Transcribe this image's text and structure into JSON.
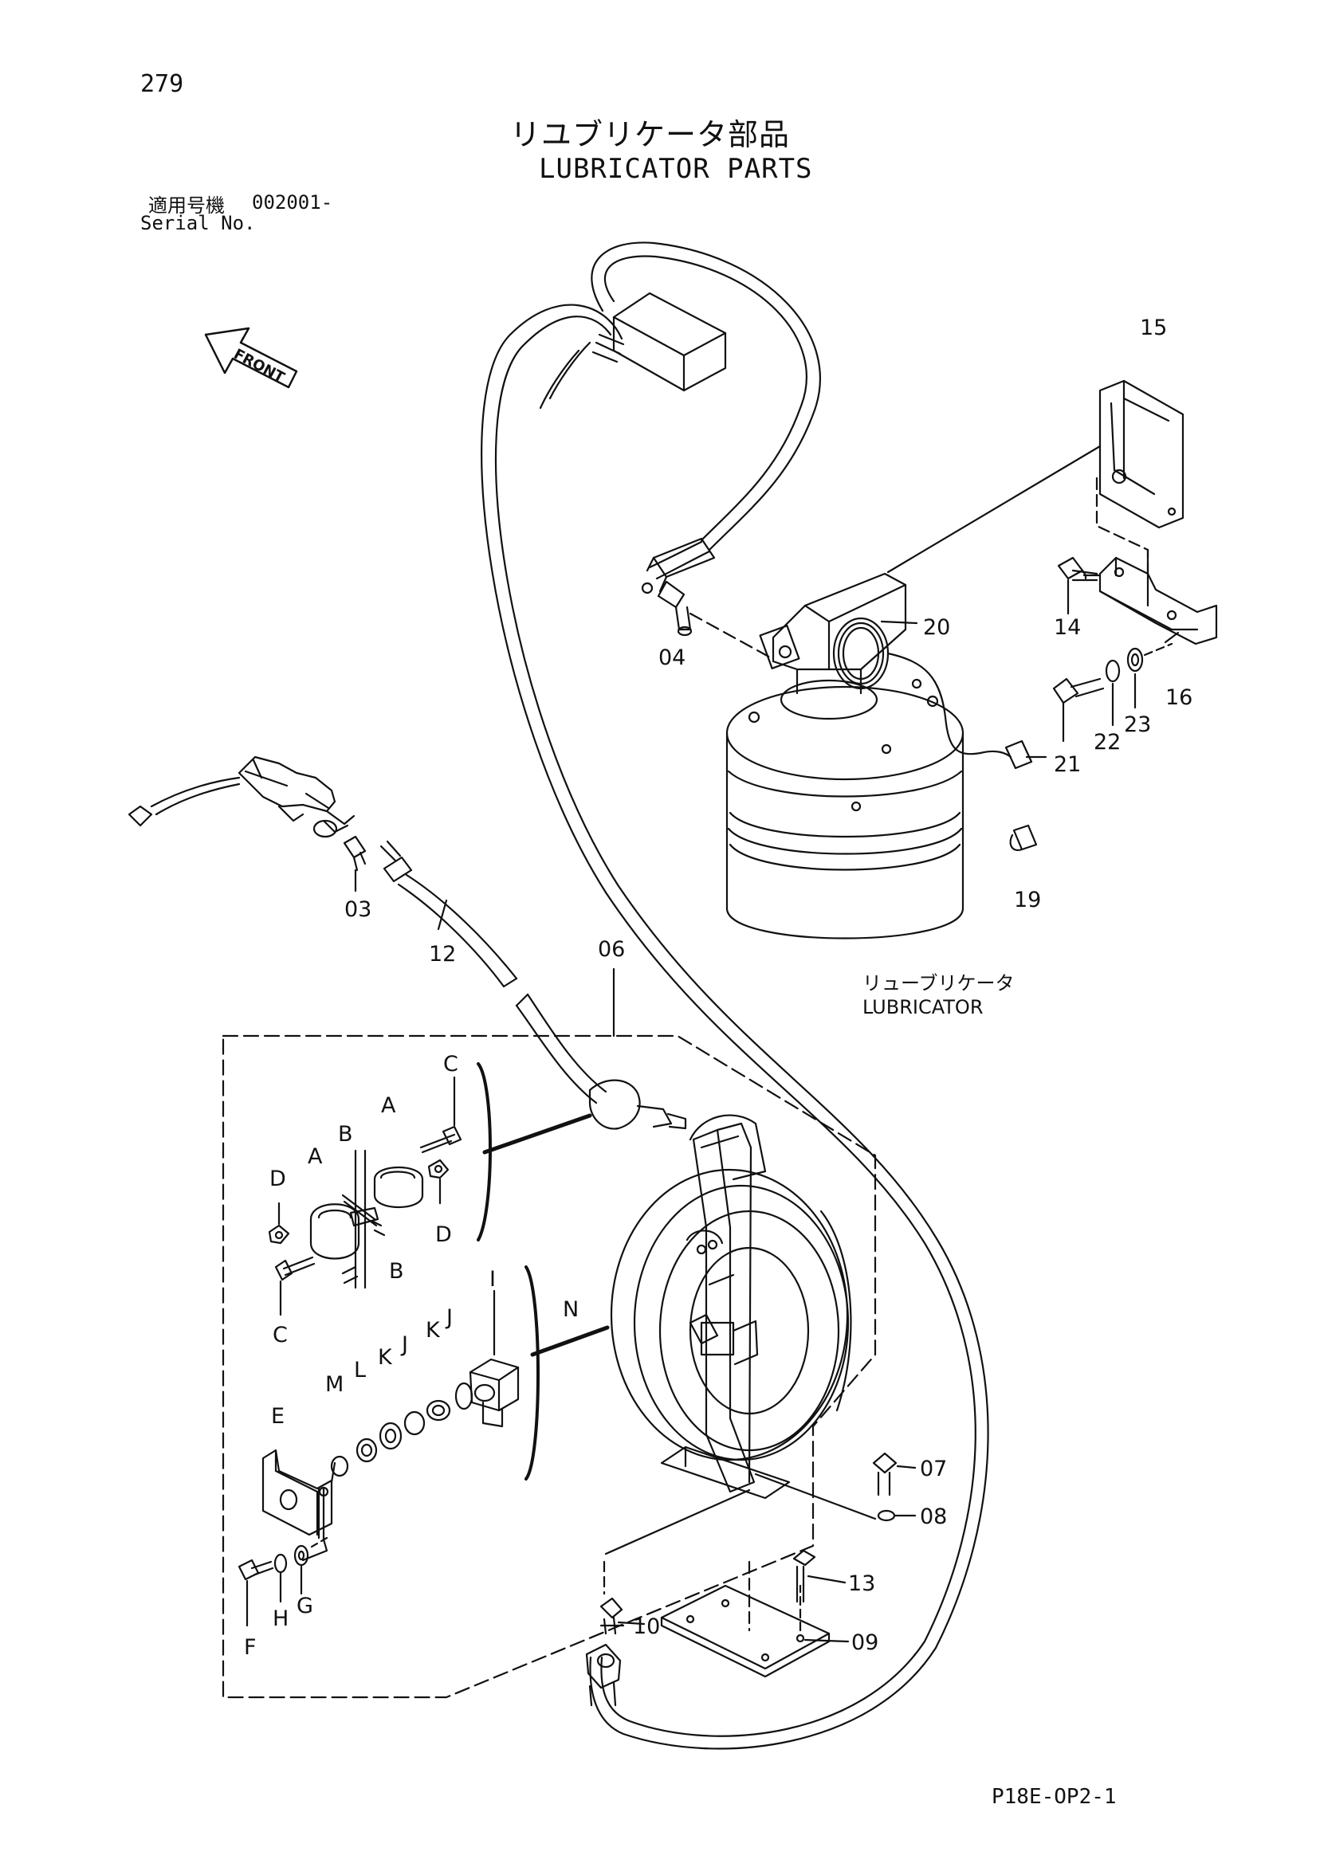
{
  "header": {
    "page_number": "279",
    "title_jp": "リユブリケータ部品",
    "title_en": "LUBRICATOR PARTS",
    "serial_label_jp": "適用号機",
    "serial_range": "002001-",
    "serial_label_en": "Serial No."
  },
  "front_arrow": {
    "label": "FRONT"
  },
  "lubricator_label": {
    "jp": "リューブリケータ",
    "en": "LUBRICATOR"
  },
  "figure_code": "P18E-OP2-1",
  "callouts": [
    {
      "id": "c15",
      "text": "15"
    },
    {
      "id": "c14",
      "text": "14"
    },
    {
      "id": "c16",
      "text": "16"
    },
    {
      "id": "c20",
      "text": "20"
    },
    {
      "id": "c04",
      "text": "04"
    },
    {
      "id": "c21",
      "text": "21"
    },
    {
      "id": "c22",
      "text": "22"
    },
    {
      "id": "c23",
      "text": "23"
    },
    {
      "id": "c19",
      "text": "19"
    },
    {
      "id": "c03",
      "text": "03"
    },
    {
      "id": "c12",
      "text": "12"
    },
    {
      "id": "c06",
      "text": "06"
    },
    {
      "id": "cC1",
      "text": "C"
    },
    {
      "id": "cA1",
      "text": "A"
    },
    {
      "id": "cB1",
      "text": "B"
    },
    {
      "id": "cA2",
      "text": "A"
    },
    {
      "id": "cD1",
      "text": "D"
    },
    {
      "id": "cD2",
      "text": "D"
    },
    {
      "id": "cB2",
      "text": "B"
    },
    {
      "id": "cC2",
      "text": "C"
    },
    {
      "id": "cN",
      "text": "N"
    },
    {
      "id": "cI",
      "text": "I"
    },
    {
      "id": "cK1",
      "text": "K"
    },
    {
      "id": "cJ1",
      "text": "J"
    },
    {
      "id": "cK2",
      "text": "K"
    },
    {
      "id": "cJ2",
      "text": "J"
    },
    {
      "id": "cL",
      "text": "L"
    },
    {
      "id": "cM",
      "text": "M"
    },
    {
      "id": "cE",
      "text": "E"
    },
    {
      "id": "cF",
      "text": "F"
    },
    {
      "id": "cH",
      "text": "H"
    },
    {
      "id": "cG",
      "text": "G"
    },
    {
      "id": "c07",
      "text": "07"
    },
    {
      "id": "c08",
      "text": "08"
    },
    {
      "id": "c13",
      "text": "13"
    },
    {
      "id": "c10",
      "text": "10"
    },
    {
      "id": "c09",
      "text": "09"
    }
  ]
}
